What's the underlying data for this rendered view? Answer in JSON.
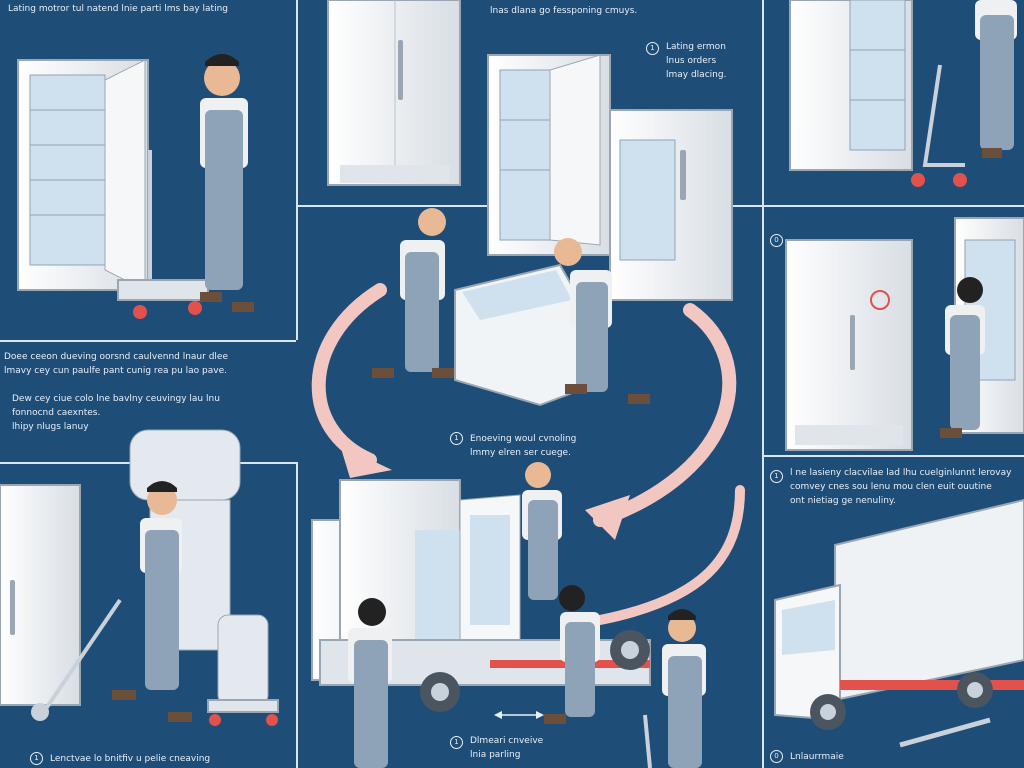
{
  "header": {
    "top_left_caption": "Lating motror tul natend lnie parti lms bay lating",
    "top_center_caption": "lnas dlana go fessponing cmuys."
  },
  "steps": [
    {
      "badge": "1",
      "caption_line1": "Lating ermon",
      "caption_line2": "lnus orders",
      "caption_line3": "lmay dlacing."
    },
    {
      "badge": "0",
      "caption_line1": ""
    },
    {
      "badge": "",
      "caption_line1": "Doee ceeon dueving oorsnd caulvennd lnaur dlee",
      "caption_line2": "lmavy cey cun paulfe pant cunig rea pu lao pave."
    },
    {
      "badge": "",
      "caption_line1": "Dew cey ciue colo lne bavlny ceuvingy lau lnu",
      "caption_line2": "fonnocnd caexntes.",
      "caption_line3": "lhipy nlugs lanuy"
    },
    {
      "badge": "1",
      "caption_line1": "Enoeving woul cvnoling",
      "caption_line2": "lmmy elren ser cuege."
    },
    {
      "badge": "1",
      "caption_line1": "l ne lasieny clacvilae lad lhu cuelginlunnt lerovay",
      "caption_line2": "comvey cnes sou lenu mou clen euit ouutine",
      "caption_line3": "ont nietiag ge nenuliny."
    },
    {
      "badge": "0",
      "caption_line1": "Lnlaurrmaie"
    },
    {
      "badge": "1",
      "caption_line1": "Lenctvae lo bnitfiv u pelie cneaving"
    },
    {
      "badge": "1",
      "caption_line1": "Dlmeari cnveive",
      "caption_line2": "lnia parling"
    }
  ],
  "colors": {
    "background": "#1e4d78",
    "divider": "#d9e6f2",
    "arrow": "#f2c7c2",
    "appliance": "#eef2f5",
    "overalls": "#8fa3b8",
    "truck_stripe": "#e2514c"
  },
  "icons": [
    "freezer-icon",
    "hand-truck-icon",
    "worker-icon",
    "curved-arrow-icon",
    "delivery-truck-icon"
  ]
}
